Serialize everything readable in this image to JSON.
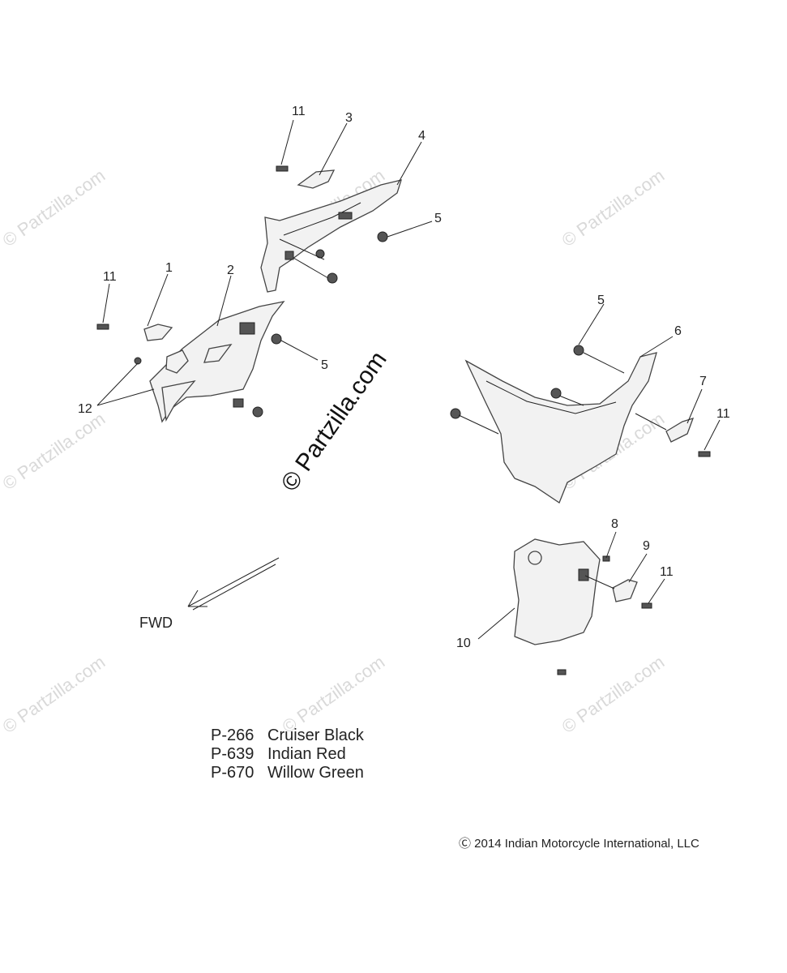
{
  "watermark": {
    "text": "© Partzilla.com",
    "center_text": "© Partzilla.com"
  },
  "callouts": [
    "11",
    "3",
    "4",
    "5",
    "1",
    "11",
    "2",
    "5",
    "12",
    "5",
    "6",
    "7",
    "11",
    "8",
    "9",
    "11",
    "10"
  ],
  "direction_label": "FWD",
  "color_legend": [
    {
      "code": "P-266",
      "name": "Cruiser Black"
    },
    {
      "code": "P-639",
      "name": "Indian Red"
    },
    {
      "code": "P-670",
      "name": "Willow Green"
    }
  ],
  "copyright": "2014 Indian Motorcycle International, LLC"
}
